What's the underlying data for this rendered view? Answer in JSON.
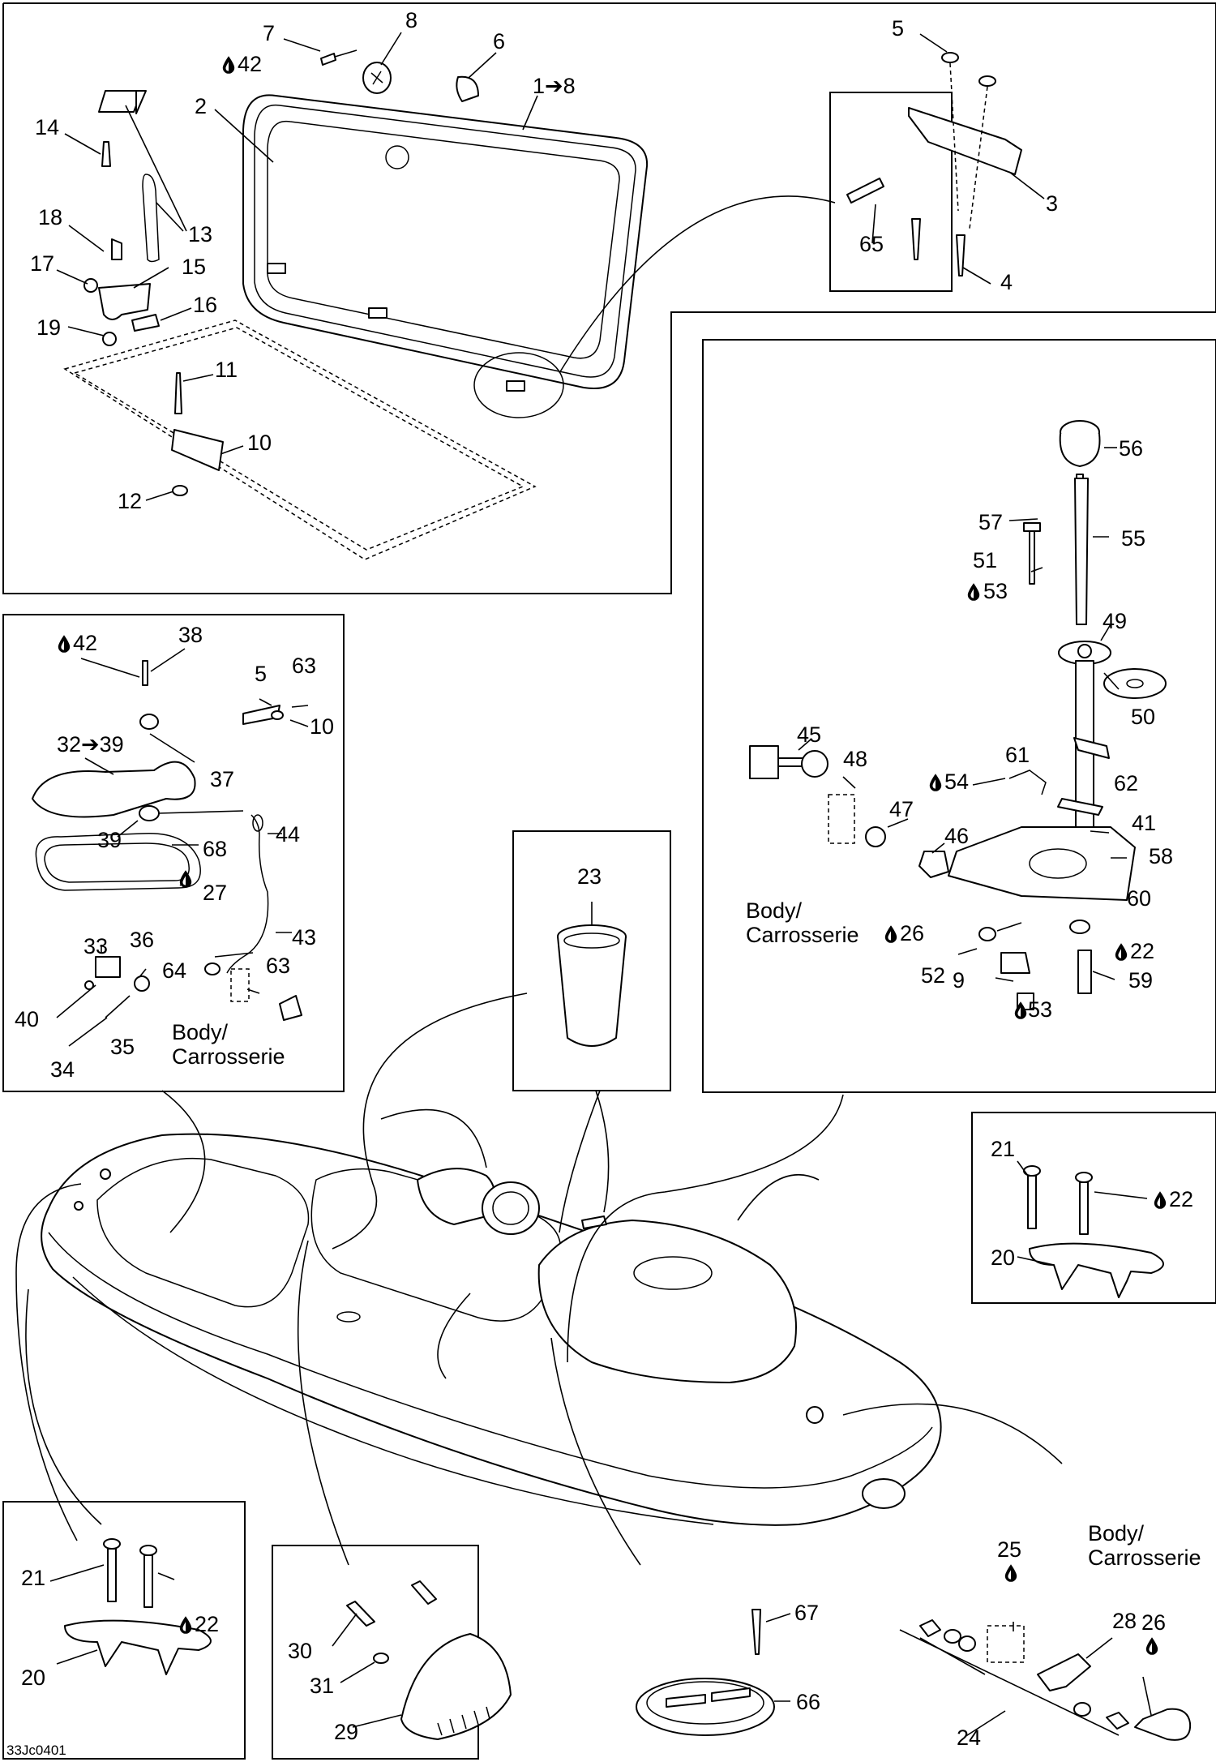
{
  "figure_code": "33Jc0401",
  "callouts": {
    "c1": "1➔8",
    "c2": "2",
    "c3": "3",
    "c4": "4",
    "c5": "5",
    "c6": "6",
    "c7": "7",
    "c8": "8",
    "c9": "9",
    "c10": "10",
    "c11": "11",
    "c12": "12",
    "c13": "13",
    "c14": "14",
    "c15": "15",
    "c16": "16",
    "c17": "17",
    "c18": "18",
    "c19": "19",
    "c20": "20",
    "c21": "21",
    "c22": "22",
    "c23": "23",
    "c24": "24",
    "c25": "25",
    "c26": "26",
    "c27": "27",
    "c28": "28",
    "c29": "29",
    "c30": "30",
    "c31": "31",
    "c32": "32➔39",
    "c33": "33",
    "c34": "34",
    "c35": "35",
    "c36": "36",
    "c37": "37",
    "c38": "38",
    "c40": "40",
    "c41": "41",
    "c42": "42",
    "c43": "43",
    "c44": "44",
    "c45": "45",
    "c46": "46",
    "c47": "47",
    "c48": "48",
    "c49": "49",
    "c50": "50",
    "c51": "51",
    "c52": "52",
    "c53": "53",
    "c54": "54",
    "c55": "55",
    "c56": "56",
    "c57": "57",
    "c58": "58",
    "c59": "59",
    "c60": "60",
    "c61": "61",
    "c62": "62",
    "c63": "63",
    "c64": "64",
    "c65": "65",
    "c66": "66",
    "c67": "67",
    "c68": "68",
    "c39": "39"
  },
  "body_label": [
    "Body/",
    "Carrosserie"
  ],
  "icons": {
    "adhesive": "droplet-icon"
  }
}
